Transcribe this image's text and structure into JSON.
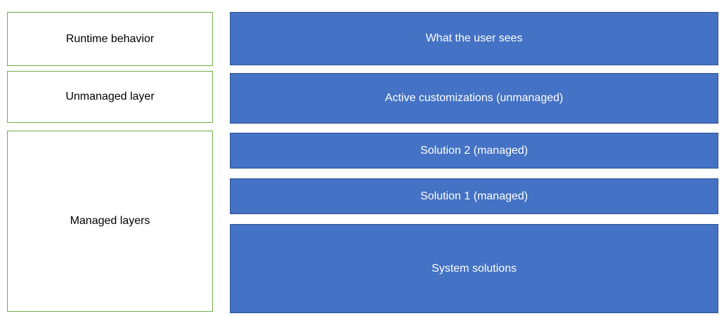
{
  "diagram": {
    "description": "Solution layering diagram showing runtime behavior, unmanaged layer and managed layers",
    "left_column": {
      "items": [
        {
          "label": "Runtime behavior"
        },
        {
          "label": "Unmanaged layer"
        },
        {
          "label": "Managed layers"
        }
      ]
    },
    "right_column": {
      "items": [
        {
          "label": "What the user sees"
        },
        {
          "label": "Active customizations (unmanaged)"
        },
        {
          "label": "Solution 2 (managed)"
        },
        {
          "label": "Solution 1 (managed)"
        },
        {
          "label": "System solutions"
        }
      ]
    },
    "colors": {
      "green_border": "#70AD47",
      "blue_fill": "#4472C4",
      "blue_border": "#2F528F",
      "left_text": "#000000",
      "right_text": "#FFFFFF",
      "background": "#FFFFFF"
    }
  }
}
